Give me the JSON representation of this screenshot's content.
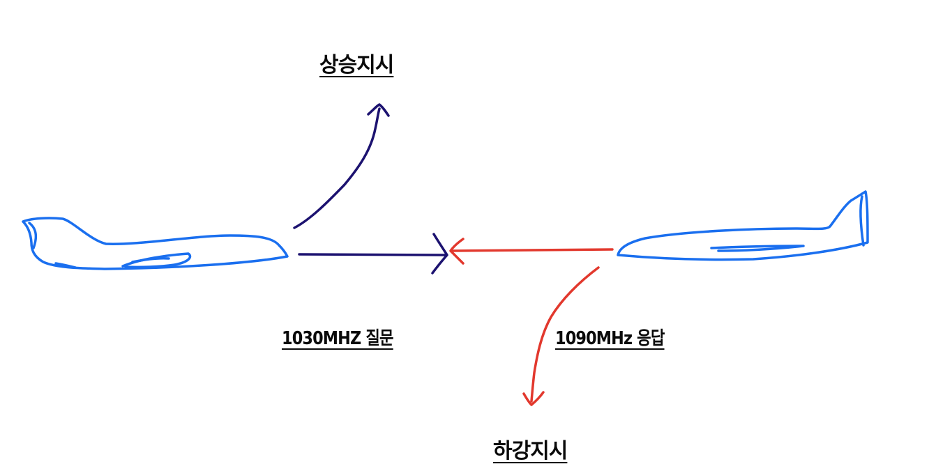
{
  "labels": {
    "climb": "상승지시",
    "descend": "하강지시",
    "query": "1030MHZ 질문",
    "reply": "1090MHz 응답"
  },
  "icons": {
    "left_aircraft": "airplane-sketch-icon",
    "right_aircraft": "airplane-sketch-icon"
  },
  "colors": {
    "aircraft": "#1a6fef",
    "query_arrow": "#1c1270",
    "reply_arrow": "#e2382d",
    "text": "#0a0a0a",
    "background": "#ffffff"
  }
}
